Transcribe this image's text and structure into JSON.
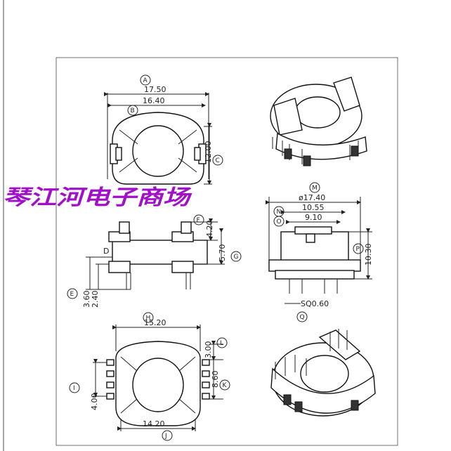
{
  "watermark": "琴江河电子商场",
  "top_view": {
    "markers": {
      "A": "A",
      "B": "B",
      "C": "C"
    },
    "dims": {
      "width_outer": "17.50",
      "width_inner": "16.40",
      "height": "12.00"
    }
  },
  "side_view": {
    "markers": {
      "D": "D",
      "E": "E",
      "F": "F",
      "G": "G"
    },
    "dims": {
      "top": "4.20",
      "height": "5.70",
      "pin_a": "3.60",
      "pin_b": "2.40"
    }
  },
  "front_view": {
    "markers": {
      "M": "M",
      "N": "N",
      "O": "O",
      "P": "P",
      "Q": "Q"
    },
    "dims": {
      "diameter": "ø17.40",
      "inner_a": "10.55",
      "inner_b": "9.10",
      "height": "10.30",
      "pin": "SQ0.60"
    }
  },
  "bottom_view": {
    "markers": {
      "H": "H",
      "I": "I",
      "J": "J",
      "K": "K",
      "L": "L"
    },
    "dims": {
      "width_top": "15.20",
      "width_bottom": "14.20",
      "pin_pitch": "4.00",
      "right_a": "3.00",
      "right_b": "8.60"
    }
  }
}
